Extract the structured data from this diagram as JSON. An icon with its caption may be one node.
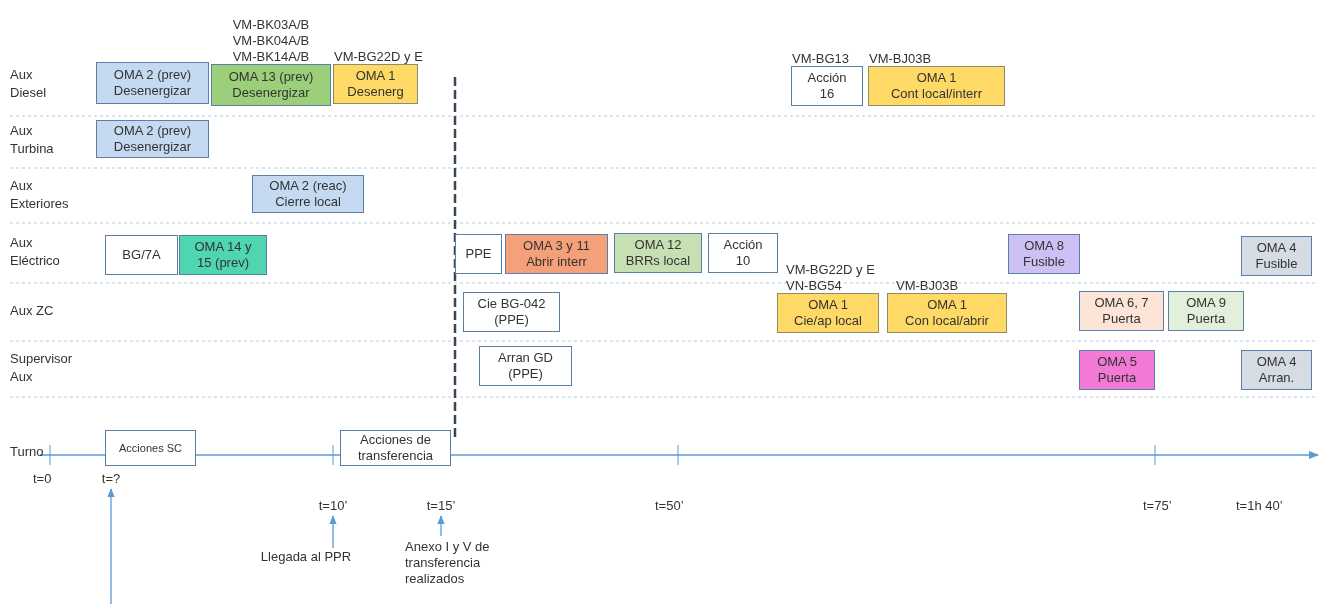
{
  "diagram": {
    "nodes": [
      {
        "text": [
          "OMA 2 (prev)",
          "Desenergizar"
        ]
      },
      {
        "text": [
          "OMA 13 (prev)",
          "Desenergizar"
        ],
        "beside": [
          "VM-BK03A/B",
          "VM-BK04A/B",
          "VM-BK14A/B"
        ]
      },
      {
        "text": [
          "OMA 1",
          "Desenerg"
        ],
        "beside": [
          "VM-BG22D y E"
        ]
      },
      {
        "text": [
          "Acción 16"
        ],
        "beside": [
          "VM-BG13"
        ]
      },
      {
        "text": [
          "OMA 1",
          "Cont local/interr"
        ],
        "beside": [
          "VM-BJ03B"
        ]
      },
      {
        "text": [
          "OMA 2 (prev)",
          "Desenergizar"
        ]
      },
      {
        "text": [
          "OMA 2 (reac)",
          "Cierre local"
        ]
      },
      {
        "text": [
          "BG/7A"
        ]
      },
      {
        "text": [
          "OMA 14 y 15 (prev)"
        ]
      },
      {
        "text": [
          "PPE"
        ]
      },
      {
        "text": [
          "OMA 3 y 11",
          "Abrir interr"
        ]
      },
      {
        "text": [
          "OMA 12",
          "BRRs local"
        ]
      },
      {
        "text": [
          "Acción 10"
        ]
      },
      {
        "text": [
          "OMA 8",
          "Fusible"
        ]
      },
      {
        "text": [
          "OMA 4",
          "Fusible"
        ]
      },
      {
        "text": [
          "Cie BG-042 (PPE)"
        ]
      },
      {
        "text": [
          "OMA 1",
          "Cie/ap local"
        ],
        "beside": [
          "VM-BG22D y E",
          "VN-BG54"
        ]
      },
      {
        "text": [
          "OMA 1",
          "Con local/abrir"
        ],
        "beside": [
          "VM-BJ03B"
        ]
      },
      {
        "text": [
          "OMA 6, 7",
          "Puerta"
        ]
      },
      {
        "text": [
          "OMA 9",
          "Puerta"
        ]
      },
      {
        "text": [
          "Arran GD (PPE)"
        ]
      },
      {
        "text": [
          "OMA 5",
          "Puerta"
        ]
      },
      {
        "text": [
          "OMA 4",
          "Arran."
        ]
      },
      {
        "text": [
          "Acciones SC"
        ]
      },
      {
        "text": [
          "Acciones de transferencia"
        ]
      },
      {
        "text": [
          "t=?"
        ]
      },
      {
        "text": [
          "t=10’"
        ]
      },
      {
        "text": [
          "t=15’"
        ]
      },
      {
        "text": [
          "Llegada al PPR"
        ]
      },
      {
        "text": [
          "Anexo I y V de transferencia realizados"
        ]
      }
    ],
    "edges": [
      {
        "from": 28,
        "to": 26,
        "arrow": "to"
      },
      {
        "from": 29,
        "to": 27,
        "arrow": "to"
      },
      {
        "from": null,
        "to": 25,
        "arrow": "to"
      }
    ],
    "labels": [
      "Aux Diesel",
      "Aux Turbina",
      "Aux Exteriores",
      "Aux Eléctrico",
      "Aux ZC",
      "Supervisor Aux",
      "Turno",
      "t=0",
      "t=50’",
      "t=75’",
      "t=1h 40’"
    ]
  }
}
